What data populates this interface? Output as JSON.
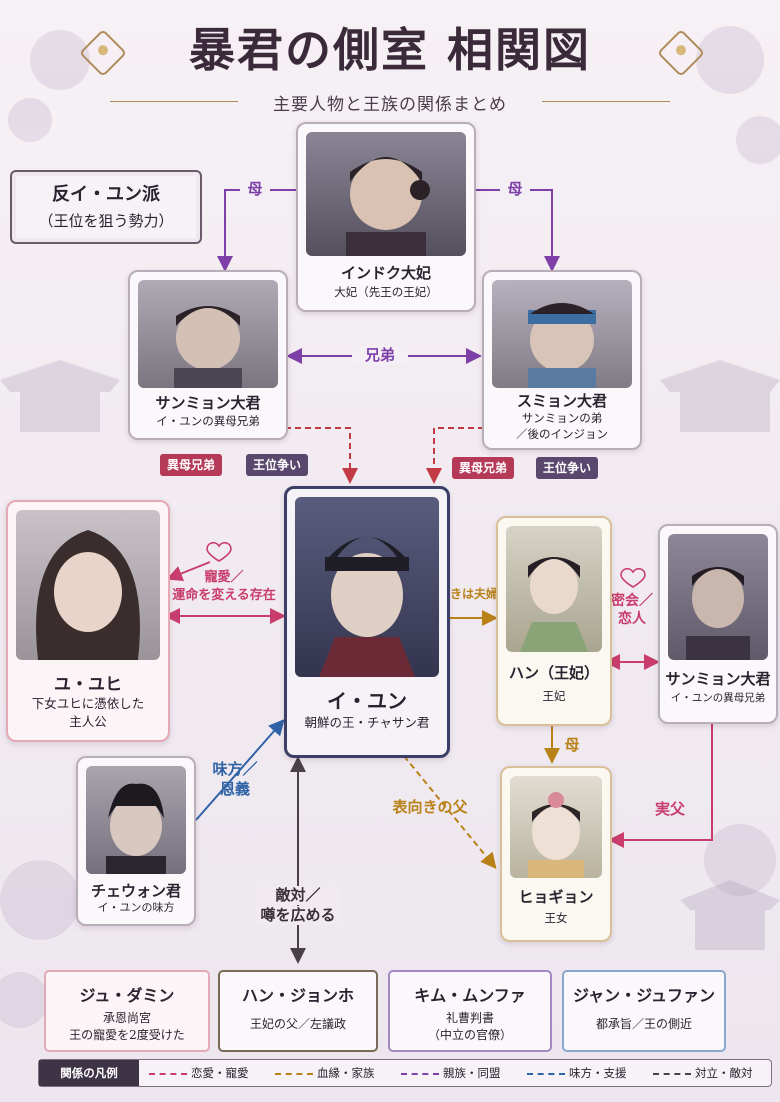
{
  "header": {
    "title": "暴君の側室 相関図",
    "subtitle": "主要人物と王族の関係まとめ"
  },
  "faction": {
    "line1": "反イ・ユン派",
    "line2": "（王位を狙う勢力）"
  },
  "characters": {
    "indoku": {
      "name": "インドク大妃",
      "role": "大妃（先王の王妃）"
    },
    "sanmyon": {
      "name": "サンミョン大君",
      "role": "イ・ユンの異母兄弟"
    },
    "sumyon": {
      "name": "スミョン大君",
      "role1": "サンミョンの弟",
      "role2": "／後のインジョン"
    },
    "yuyuhi": {
      "name": "ユ・ユヒ",
      "role1": "下女ユヒに憑依した",
      "role2": "主人公"
    },
    "iyun": {
      "name": "イ・ユン",
      "role": "朝鮮の王・チャサン君"
    },
    "han": {
      "name": "ハン（王妃）",
      "role": "王妃"
    },
    "sanmyon2": {
      "name": "サンミョン大君",
      "role": "イ・ユンの異母兄弟"
    },
    "chewon": {
      "name": "チェウォン君",
      "role": "イ・ユンの味方"
    },
    "hyogyon": {
      "name": "ヒョギョン",
      "role": "王女"
    }
  },
  "relations": {
    "mother_left": "母",
    "mother_right": "母",
    "brothers": "兄弟",
    "half_brothers_left": "異母兄弟",
    "throne_left": "王位争い",
    "half_brothers_right": "異母兄弟",
    "throne_right": "王位争い",
    "love_1": "寵愛／",
    "love_2": "運命を変える存在",
    "nominal_couple": "表向きは夫婦",
    "secret_1": "密会／",
    "secret_2": "恋人",
    "mother_han": "母",
    "real_father": "実父",
    "ally_1": "味方／",
    "ally_2": "恩義",
    "nominal_father": "表向きの父",
    "hostile_1": "敵対／",
    "hostile_2": "噂を広める"
  },
  "bottom": [
    {
      "name": "ジュ・ダミン",
      "role1": "承恩尚宮",
      "role2": "王の寵愛を2度受けた"
    },
    {
      "name": "ハン・ジョンホ",
      "role1": "王妃の父／左議政",
      "role2": ""
    },
    {
      "name": "キム・ムンファ",
      "role1": "礼曹判書",
      "role2": "（中立の官僚）"
    },
    {
      "name": "ジャン・ジュファン",
      "role1": "都承旨／王の側近",
      "role2": ""
    }
  ],
  "legend": {
    "title": "関係の凡例",
    "items": [
      "恋愛・寵愛",
      "血縁・家族",
      "親族・同盟",
      "味方・支援",
      "対立・敵対"
    ]
  },
  "colors": {
    "love": "#c93d6c",
    "family": "#b98218",
    "kin": "#7e3fa8",
    "ally": "#2f63a6",
    "hostile": "#5a5058"
  }
}
